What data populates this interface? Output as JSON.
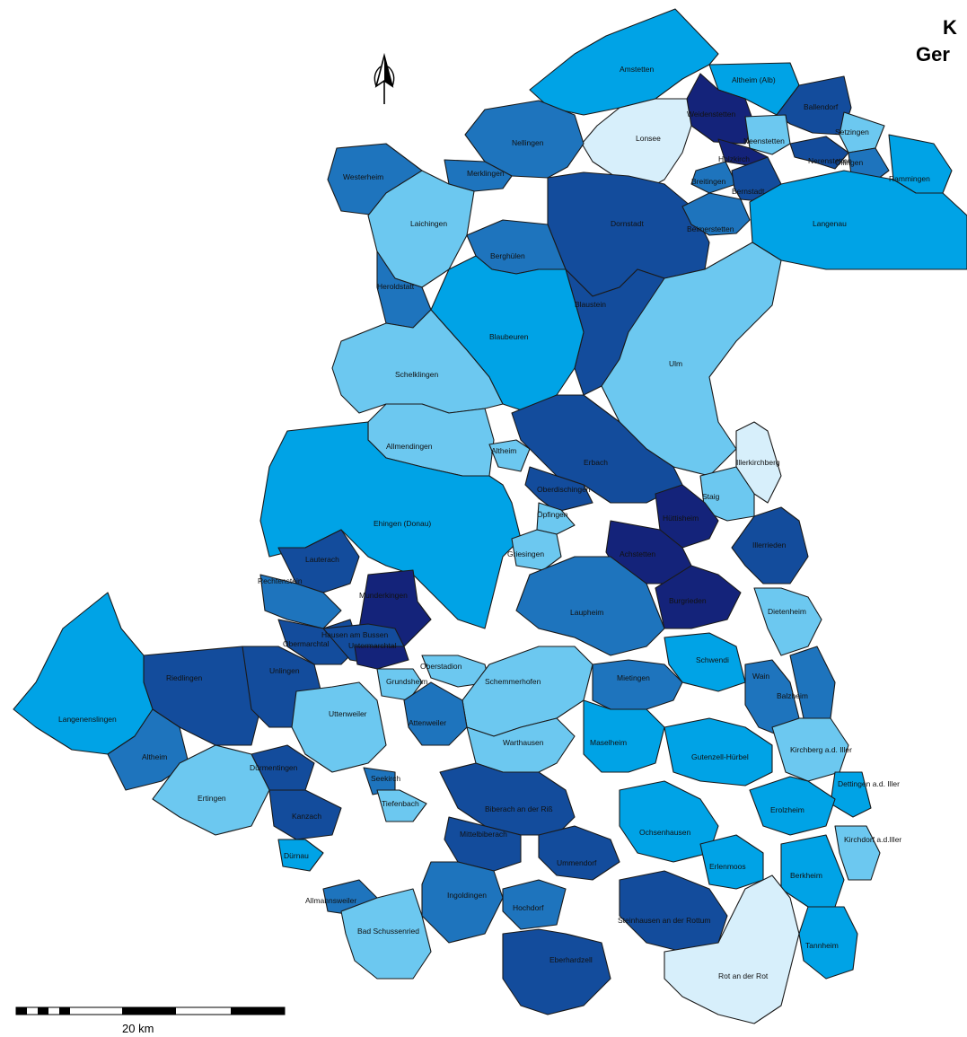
{
  "title": {
    "line1": "K",
    "line2": "Ger"
  },
  "scale_bar": {
    "label": "20 km"
  },
  "icons": {
    "north_arrow": "north-arrow-icon"
  },
  "colors": {
    "class1": "#d7effb",
    "class2": "#6cc8f0",
    "class3": "#00a3e6",
    "class4": "#1e74bd",
    "class5": "#134c9c",
    "class6": "#14237a",
    "border": "#1a1a1a"
  },
  "municipalities": [
    {
      "name": "Amstetten",
      "cls": "class3"
    },
    {
      "name": "Altheim (Alb)",
      "cls": "class3"
    },
    {
      "name": "Weidenstetten",
      "cls": "class6"
    },
    {
      "name": "Ballendorf",
      "cls": "class5"
    },
    {
      "name": "Lonsee",
      "cls": "class1"
    },
    {
      "name": "Nellingen",
      "cls": "class4"
    },
    {
      "name": "Neenstetten",
      "cls": "class2"
    },
    {
      "name": "Setzingen",
      "cls": "class2"
    },
    {
      "name": "Holzkirch",
      "cls": "class6"
    },
    {
      "name": "Nerenstetten",
      "cls": "class5"
    },
    {
      "name": "Westerheim",
      "cls": "class4"
    },
    {
      "name": "Merklingen",
      "cls": "class4"
    },
    {
      "name": "Breitingen",
      "cls": "class4"
    },
    {
      "name": "Bernstadt",
      "cls": "class5"
    },
    {
      "name": "Öllingen",
      "cls": "class4"
    },
    {
      "name": "Rammingen",
      "cls": "class3"
    },
    {
      "name": "Laichingen",
      "cls": "class2"
    },
    {
      "name": "Dornstadt",
      "cls": "class5"
    },
    {
      "name": "Beimerstetten",
      "cls": "class4"
    },
    {
      "name": "Langenau",
      "cls": "class3"
    },
    {
      "name": "Berghülen",
      "cls": "class4"
    },
    {
      "name": "Heroldstatt",
      "cls": "class4"
    },
    {
      "name": "Blaustein",
      "cls": "class5"
    },
    {
      "name": "Blaubeuren",
      "cls": "class3"
    },
    {
      "name": "Ulm",
      "cls": "class2"
    },
    {
      "name": "Schelklingen",
      "cls": "class2"
    },
    {
      "name": "Allmendingen",
      "cls": "class2"
    },
    {
      "name": "Altheim",
      "cls": "class2"
    },
    {
      "name": "Erbach",
      "cls": "class5"
    },
    {
      "name": "Illerkirchberg",
      "cls": "class1"
    },
    {
      "name": "Oberdischingen",
      "cls": "class5"
    },
    {
      "name": "Staig",
      "cls": "class2"
    },
    {
      "name": "Öpfingen",
      "cls": "class2"
    },
    {
      "name": "Hüttisheim",
      "cls": "class6"
    },
    {
      "name": "Ehingen (Donau)",
      "cls": "class3"
    },
    {
      "name": "Griesingen",
      "cls": "class2"
    },
    {
      "name": "Achstetten",
      "cls": "class6"
    },
    {
      "name": "Illerrieden",
      "cls": "class5"
    },
    {
      "name": "Lauterach",
      "cls": "class5"
    },
    {
      "name": "Rechtenstein",
      "cls": "class4"
    },
    {
      "name": "Munderkingen",
      "cls": "class6"
    },
    {
      "name": "Burgrieden",
      "cls": "class6"
    },
    {
      "name": "Laupheim",
      "cls": "class4"
    },
    {
      "name": "Dietenheim",
      "cls": "class2"
    },
    {
      "name": "Obermarchtal",
      "cls": "class5"
    },
    {
      "name": "Hausen am Bussen",
      "cls": "class5"
    },
    {
      "name": "Untermarchtal",
      "cls": "class6"
    },
    {
      "name": "Oberstadion",
      "cls": "class2"
    },
    {
      "name": "Schwendi",
      "cls": "class3"
    },
    {
      "name": "Riedlingen",
      "cls": "class5"
    },
    {
      "name": "Unlingen",
      "cls": "class5"
    },
    {
      "name": "Grundsheim",
      "cls": "class2"
    },
    {
      "name": "Schemmerhofen",
      "cls": "class2"
    },
    {
      "name": "Mietingen",
      "cls": "class4"
    },
    {
      "name": "Wain",
      "cls": "class4"
    },
    {
      "name": "Balzheim",
      "cls": "class4"
    },
    {
      "name": "Langenenslingen",
      "cls": "class3"
    },
    {
      "name": "Uttenweiler",
      "cls": "class2"
    },
    {
      "name": "Attenweiler",
      "cls": "class4"
    },
    {
      "name": "Altheim",
      "cls": "class4"
    },
    {
      "name": "Warthausen",
      "cls": "class2"
    },
    {
      "name": "Maselheim",
      "cls": "class3"
    },
    {
      "name": "Kirchberg a.d. Iller",
      "cls": "class2"
    },
    {
      "name": "Gutenzell-Hürbel",
      "cls": "class3"
    },
    {
      "name": "Dürmentingen",
      "cls": "class5"
    },
    {
      "name": "Seekirch",
      "cls": "class4"
    },
    {
      "name": "Biberach an der Riß",
      "cls": "class5"
    },
    {
      "name": "Dettingen a.d. Iller",
      "cls": "class3"
    },
    {
      "name": "Ertingen",
      "cls": "class2"
    },
    {
      "name": "Tiefenbach",
      "cls": "class2"
    },
    {
      "name": "Erolzheim",
      "cls": "class3"
    },
    {
      "name": "Kanzach",
      "cls": "class5"
    },
    {
      "name": "Mittelbiberach",
      "cls": "class5"
    },
    {
      "name": "Ochsenhausen",
      "cls": "class3"
    },
    {
      "name": "Kirchdorf a.d.Iller",
      "cls": "class2"
    },
    {
      "name": "Dürnau",
      "cls": "class3"
    },
    {
      "name": "Ingoldingen",
      "cls": "class4"
    },
    {
      "name": "Ummendorf",
      "cls": "class5"
    },
    {
      "name": "Erlenmoos",
      "cls": "class3"
    },
    {
      "name": "Berkheim",
      "cls": "class3"
    },
    {
      "name": "Allmannsweiler",
      "cls": "class4"
    },
    {
      "name": "Hochdorf",
      "cls": "class4"
    },
    {
      "name": "Steinhausen an der Rottum",
      "cls": "class5"
    },
    {
      "name": "Bad Schussenried",
      "cls": "class2"
    },
    {
      "name": "Eberhardzell",
      "cls": "class5"
    },
    {
      "name": "Tannheim",
      "cls": "class3"
    },
    {
      "name": "Rot an der Rot",
      "cls": "class1"
    }
  ]
}
